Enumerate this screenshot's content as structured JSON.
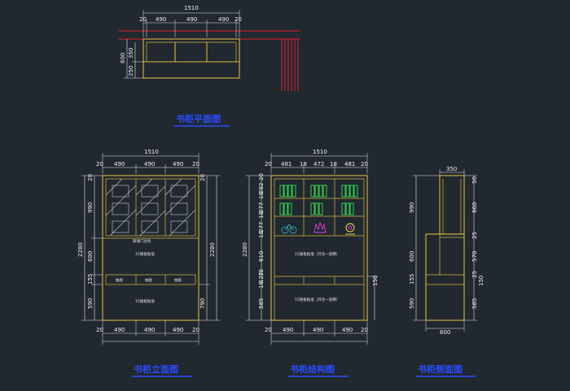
{
  "titles": {
    "top_plan": "书柜平面图",
    "front": "书柜立面图",
    "structure": "书柜结构图",
    "side": "书柜侧面图"
  },
  "top_plan": {
    "total": "1510",
    "parts": [
      "20",
      "490",
      "490",
      "490",
      "20"
    ],
    "left": [
      "600",
      "350",
      "250"
    ]
  },
  "front": {
    "total": "1510",
    "top_parts": [
      "20",
      "490",
      "490",
      "490",
      "20"
    ],
    "bottom_parts": [
      "20",
      "490",
      "490",
      "490",
      "20"
    ],
    "left": [
      "2280",
      "20",
      "990",
      "600",
      "155",
      "590"
    ],
    "right": [
      "2280",
      "20",
      "790"
    ],
    "notes": [
      "玻璃门含条",
      "15厘板贴墙",
      "抽屉",
      "抽屉",
      "抽屉",
      "15厘板贴墙"
    ]
  },
  "structure": {
    "total": "1510",
    "top_parts": [
      "20",
      "481",
      "18",
      "472",
      "18",
      "481",
      "20"
    ],
    "bottom_parts": [
      "20",
      "490",
      "490",
      "490",
      "20"
    ],
    "left": [
      "2280",
      "20",
      "282",
      "18",
      "277",
      "18",
      "277",
      "18",
      "610",
      "18",
      "127",
      "18",
      "585"
    ],
    "right": [
      "150"
    ],
    "notes": [
      "15厘板贴墙（开合一道撑）",
      "15厘板贴墙（开合一道撑）"
    ]
  },
  "side": {
    "top": "350",
    "bottom": "600",
    "left": [
      "990",
      "600",
      "155",
      "590"
    ],
    "right": [
      "50",
      "860",
      "25",
      "570",
      "25",
      "150",
      "585"
    ]
  }
}
